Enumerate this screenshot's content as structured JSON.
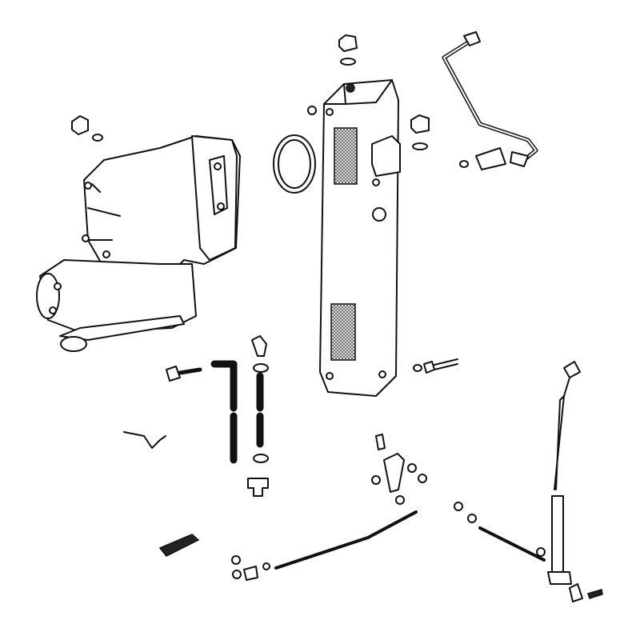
{
  "diagram": {
    "type": "exploded-parts-illustration",
    "colors": {
      "line": "#111111",
      "background": "#ffffff"
    },
    "parts": [
      "governor-housing",
      "plug-screw",
      "manifold-block",
      "gasket-ring",
      "fuel-pipe",
      "banjo-fitting",
      "hose-elbow",
      "hose-straight",
      "hose-clamp",
      "tee-fitting",
      "bolt",
      "linkage-rod",
      "control-lever",
      "throttle-rod",
      "wire-clip",
      "handle"
    ]
  }
}
